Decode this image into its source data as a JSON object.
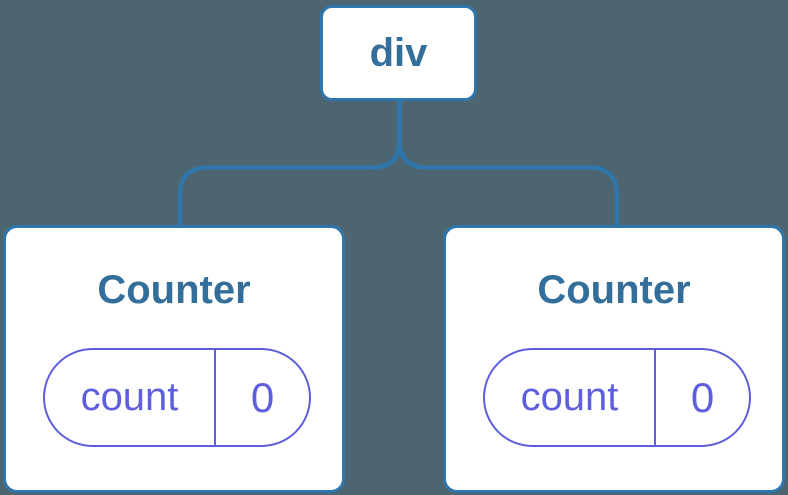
{
  "diagram": {
    "root": {
      "label": "div"
    },
    "children": [
      {
        "label": "Counter",
        "state": {
          "key": "count",
          "value": "0"
        }
      },
      {
        "label": "Counter",
        "state": {
          "key": "count",
          "value": "0"
        }
      }
    ]
  },
  "colors": {
    "background": "#4c6571",
    "connector": "#2e76ab",
    "node_background": "#ffffff",
    "label_text": "#336f9a",
    "state_accent": "#5e5fdd"
  }
}
